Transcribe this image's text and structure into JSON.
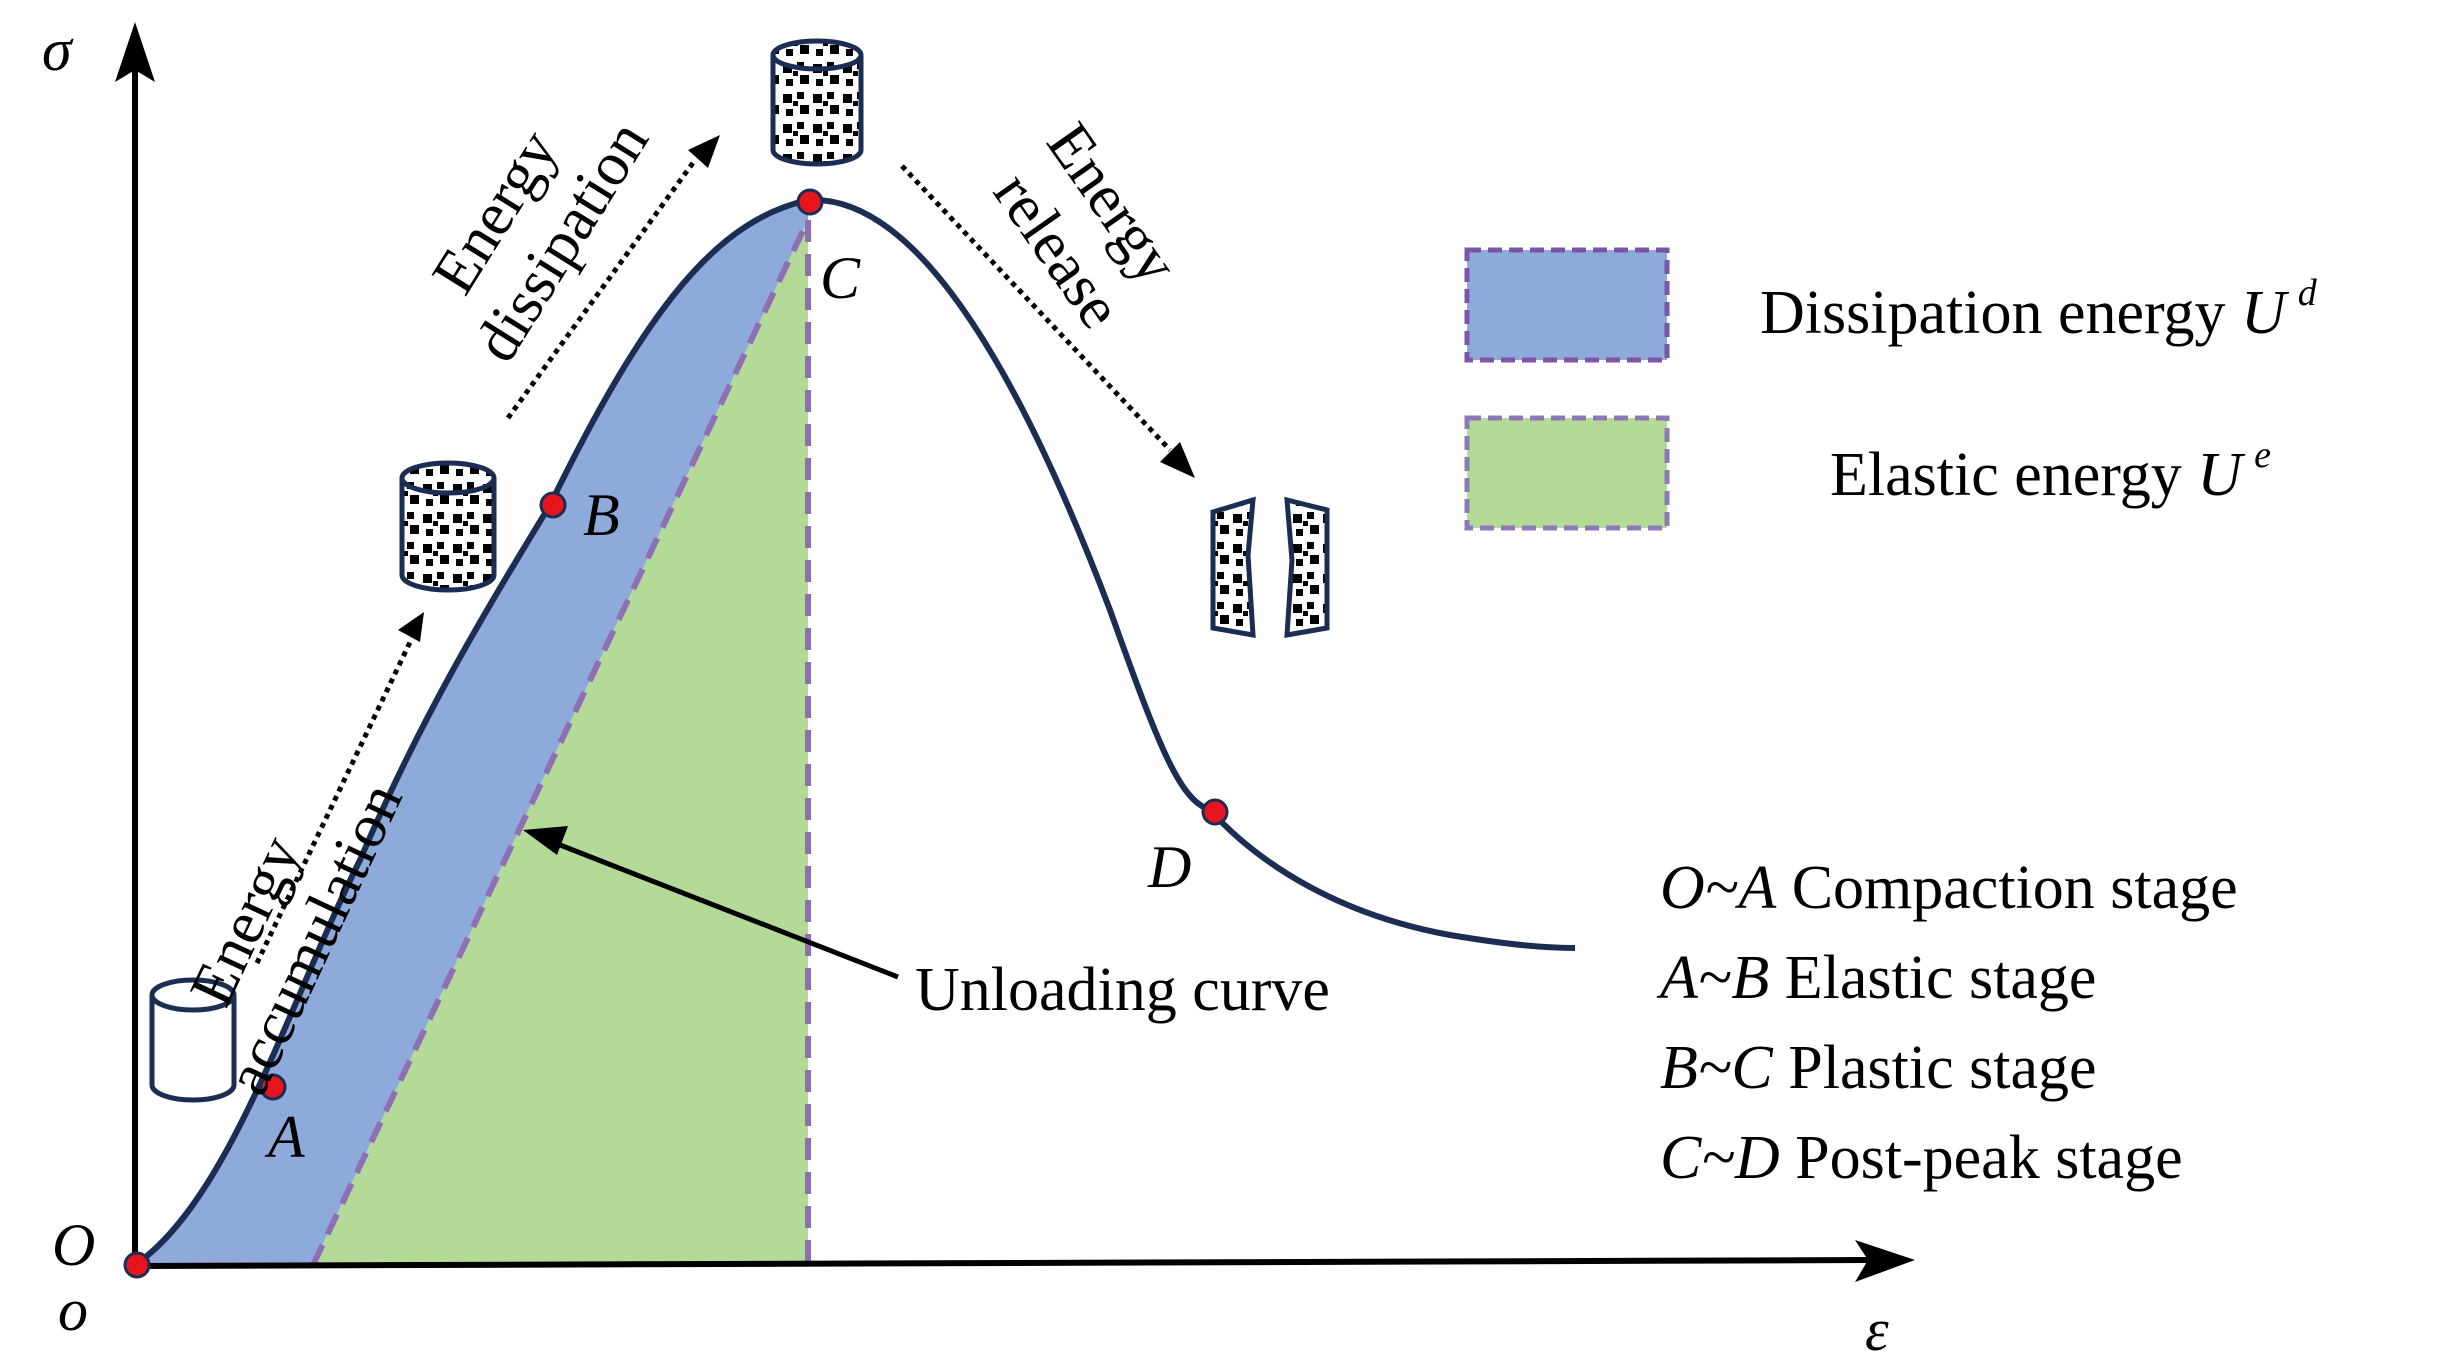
{
  "axes": {
    "y_label": "σ",
    "x_label": "ε",
    "origin_lower": "o"
  },
  "points": {
    "O": "O",
    "A": "A",
    "B": "B",
    "C": "C",
    "D": "D"
  },
  "annotations": {
    "accumulation": {
      "line1": "Energy",
      "line2": "accumulation"
    },
    "dissipation": {
      "line1": "Energy",
      "line2": "dissipation"
    },
    "release": {
      "line1": "Energy",
      "line2": "release"
    },
    "unloading": "Unloading curve"
  },
  "legend": {
    "dissipation": {
      "label": "Dissipation energy ",
      "symbol": "U",
      "sup": "d",
      "color": "#8eaadb",
      "border": "#7b55a8"
    },
    "elastic": {
      "label": "Elastic energy ",
      "symbol": "U",
      "sup": "e",
      "color": "#b3da96",
      "border": "#8e78b8"
    }
  },
  "stages": [
    {
      "range": "O~A",
      "label": " Compaction stage"
    },
    {
      "range": "A~B",
      "label": " Elastic stage"
    },
    {
      "range": "B~C",
      "label": " Plastic stage"
    },
    {
      "range": "C~D",
      "label": " Post-peak stage"
    }
  ],
  "colors": {
    "curve": "#1b2d52",
    "point": "#e8141e",
    "dissipation_fill": "#8eaadb",
    "elastic_fill": "#b3da96",
    "dash": "#8e6fb5"
  }
}
